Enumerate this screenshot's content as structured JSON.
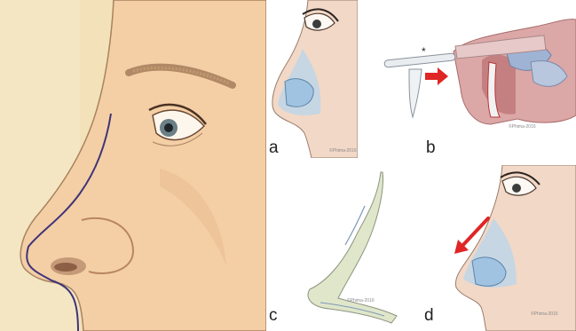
{
  "figure": {
    "panel_labels": {
      "a": "a",
      "b": "b",
      "c": "c",
      "d": "d"
    },
    "signatures": {
      "a": "©Phima-2016",
      "b": "©Phima-2016",
      "c": "©Phima-2016",
      "d": "©Phima-2016"
    },
    "marker_b": "*"
  }
}
